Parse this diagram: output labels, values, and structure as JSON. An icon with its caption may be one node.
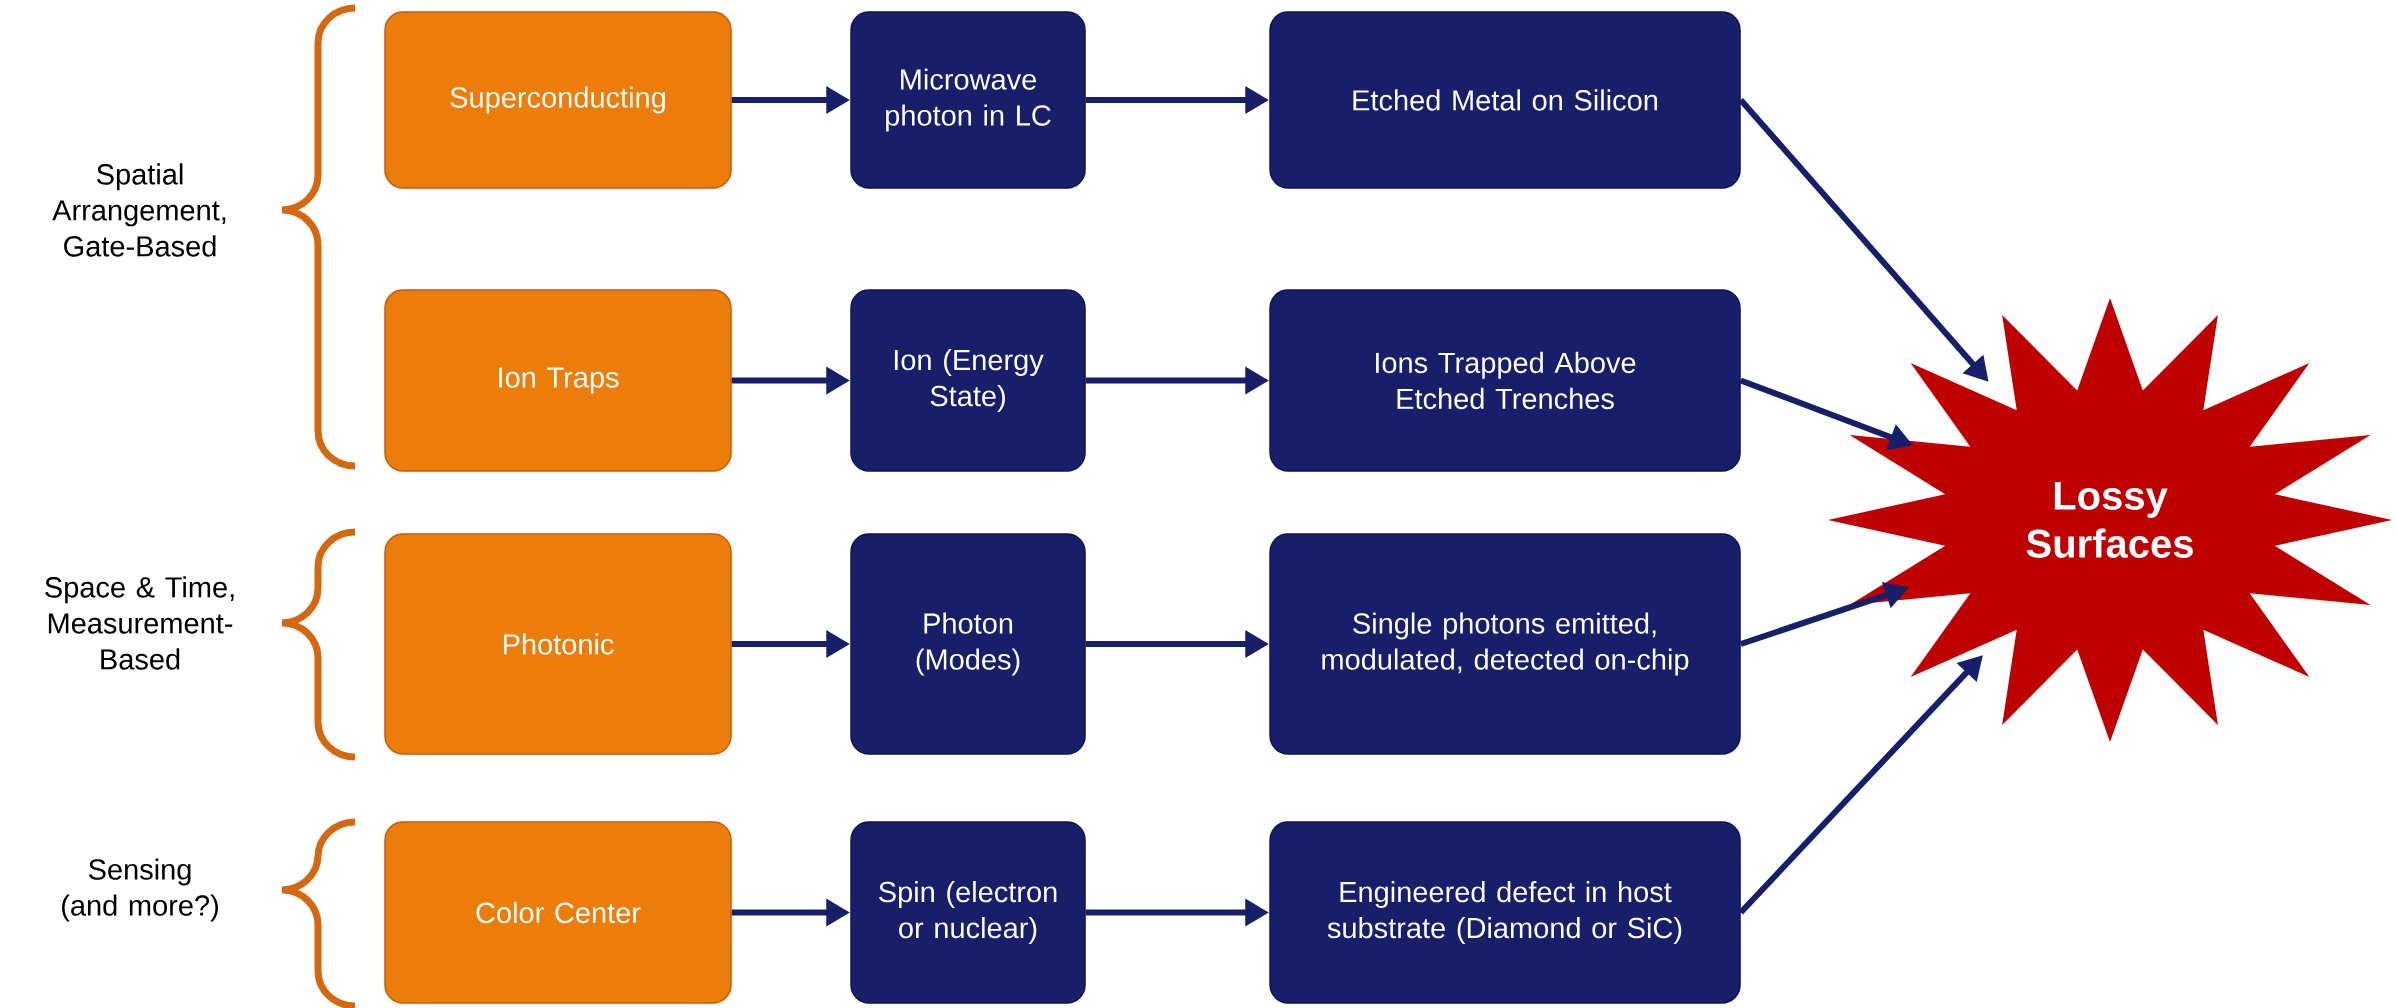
{
  "diagram": {
    "nodes": [
      {
        "text": [
          "Superconducting"
        ]
      },
      {
        "text": [
          "Microwave photon in LC"
        ]
      },
      {
        "text": [
          "Etched Metal on Silicon"
        ]
      },
      {
        "text": [
          "Ion Traps"
        ]
      },
      {
        "text": [
          "Ion (Energy State)"
        ]
      },
      {
        "text": [
          "Ions Trapped Above Etched Trenches"
        ]
      },
      {
        "text": [
          "Photonic"
        ]
      },
      {
        "text": [
          "Photon (Modes)"
        ]
      },
      {
        "text": [
          "Single photons emitted, modulated, detected on-chip"
        ]
      },
      {
        "text": [
          "Color Center"
        ]
      },
      {
        "text": [
          "Spin (electron or nuclear)"
        ]
      },
      {
        "text": [
          "Engineered defect in host substrate (Diamond or SiC)"
        ]
      },
      {
        "text": [
          "Lossy Surfaces"
        ]
      }
    ],
    "edges": [
      {
        "from": 0,
        "to": 1,
        "arrow": "to"
      },
      {
        "from": 1,
        "to": 2,
        "arrow": "to"
      },
      {
        "from": 3,
        "to": 4,
        "arrow": "to"
      },
      {
        "from": 4,
        "to": 5,
        "arrow": "to"
      },
      {
        "from": 6,
        "to": 7,
        "arrow": "to"
      },
      {
        "from": 7,
        "to": 8,
        "arrow": "to"
      },
      {
        "from": 9,
        "to": 10,
        "arrow": "to"
      },
      {
        "from": 10,
        "to": 11,
        "arrow": "to"
      },
      {
        "from": 2,
        "to": 12,
        "arrow": "to"
      },
      {
        "from": 5,
        "to": 12,
        "arrow": "to"
      },
      {
        "from": 8,
        "to": 12,
        "arrow": "to"
      },
      {
        "from": 11,
        "to": 12,
        "arrow": "to"
      }
    ],
    "labels": [
      "Spatial Arrangement, Gate-Based",
      "Space & Time, Measurement-Based",
      "Sensing (and more?)"
    ]
  }
}
